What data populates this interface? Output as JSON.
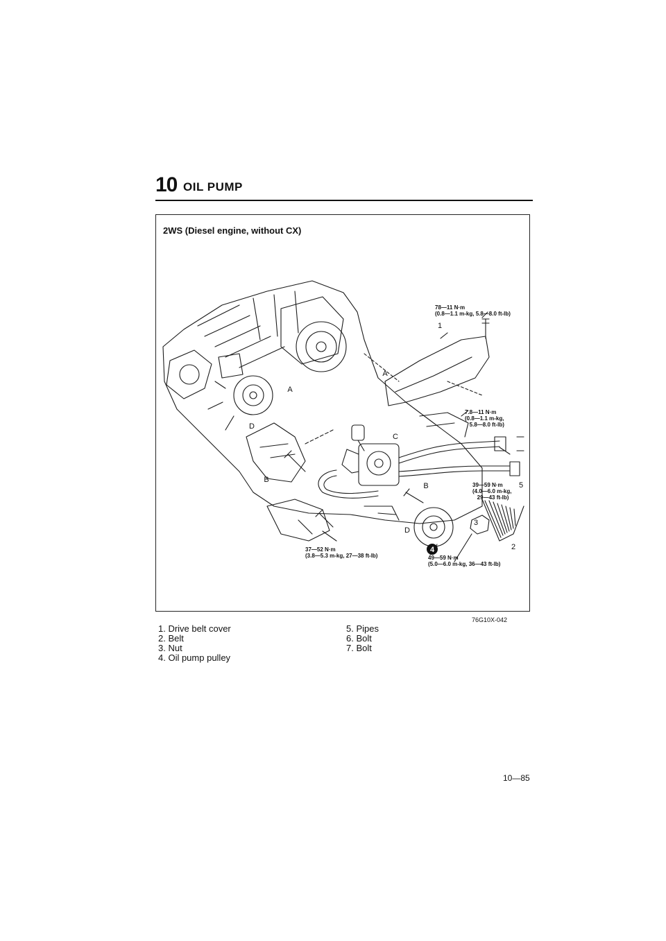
{
  "header": {
    "chapter_number": "10",
    "chapter_title": "OIL PUMP"
  },
  "figure": {
    "title": "2WS (Diesel engine, without CX)",
    "code": "76G10X-042",
    "specs": {
      "spec_1": "78—11 N·m\n(0.8—1.1 m-kg, 5.8—8.0 ft-lb)",
      "spec_2": "7.8—11 N·m\n(0.8—1.1 m-kg,\n   5.8—8.0 ft-lb)",
      "spec_3": "39—59 N·m\n(4.0—6.0 m-kg,\n   29—43 ft-lb)",
      "spec_4": "37—52 N·m\n(3.8—5.3 m-kg, 27—38 ft-lb)",
      "spec_5": "49—59 N·m\n(5.0—6.0 m-kg, 36—43 ft-lb)"
    },
    "callouts": {
      "c1": "1",
      "c2": "2",
      "c3": "3",
      "c4": "4",
      "c5": "5",
      "a1": "A",
      "a2": "A",
      "b1": "B",
      "b2": "B",
      "cc": "C",
      "d1": "D",
      "d2": "D"
    }
  },
  "legend": {
    "left": [
      "1. Drive belt cover",
      "2. Belt",
      "3. Nut",
      "4. Oil pump pulley"
    ],
    "right": [
      "5. Pipes",
      "6. Bolt",
      "7. Bolt"
    ]
  },
  "page_number": "10—85"
}
